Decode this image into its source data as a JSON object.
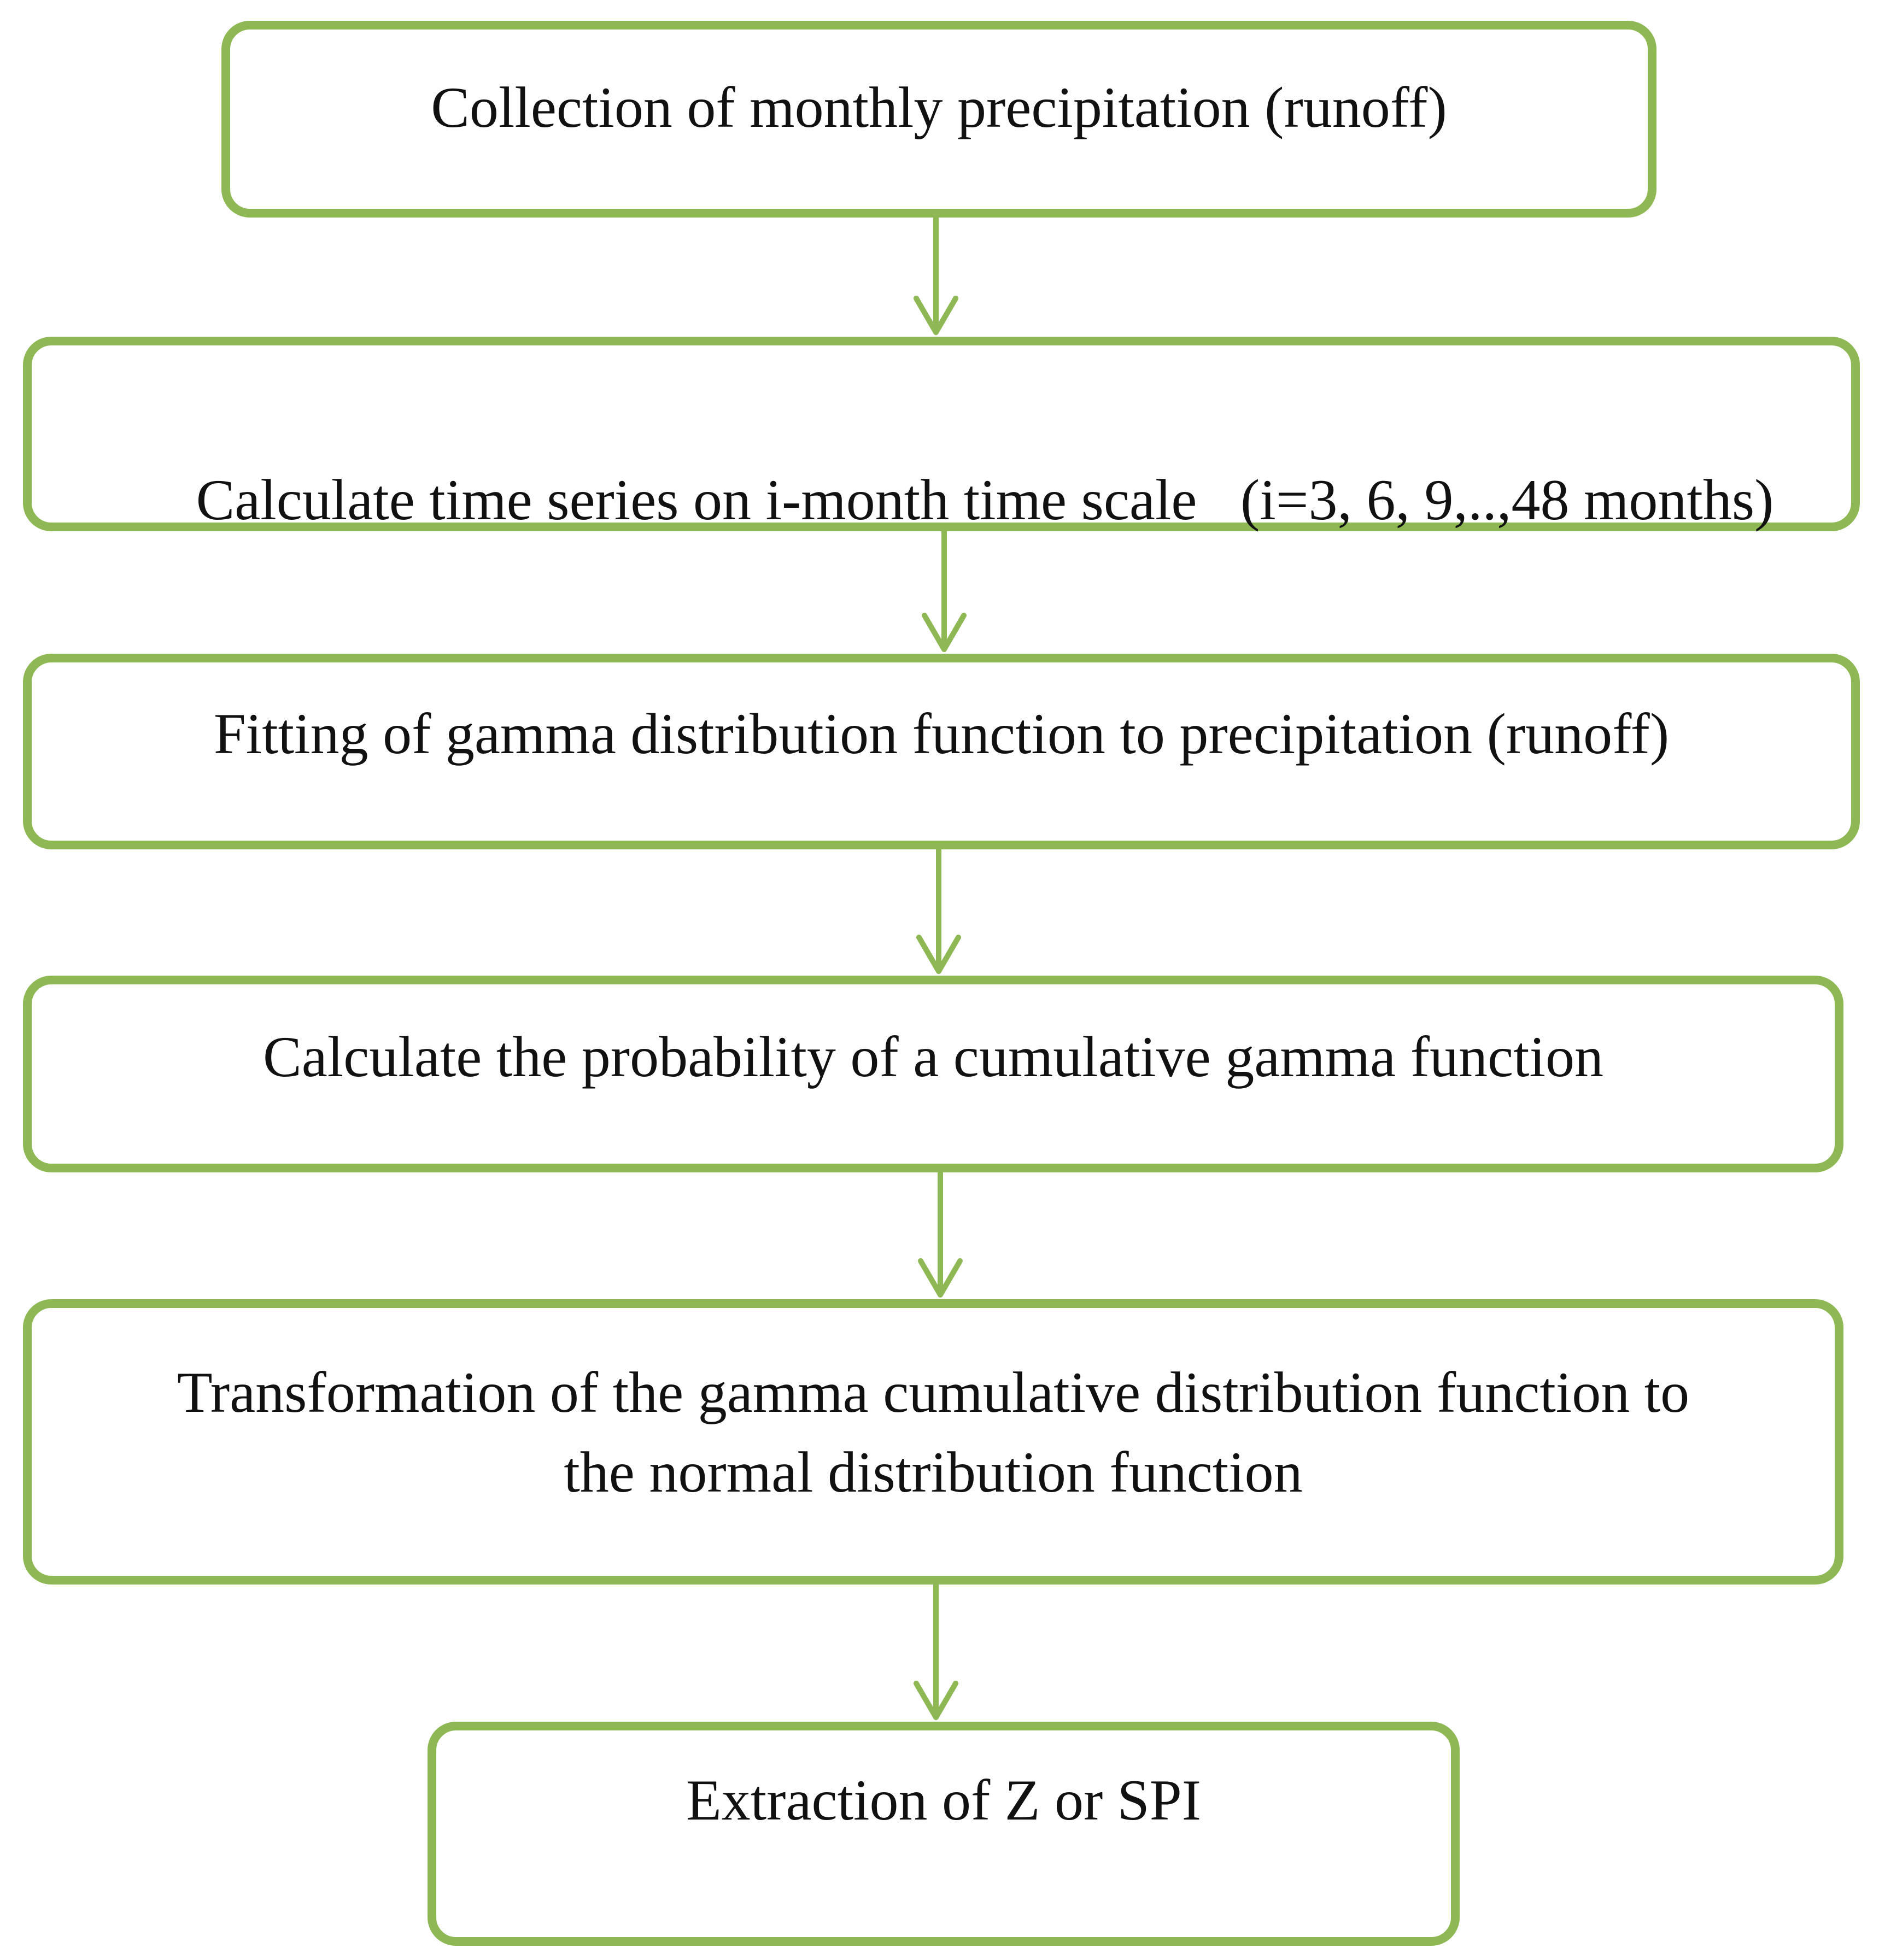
{
  "diagram": {
    "steps": [
      {
        "lines": [
          "Collection of monthly precipitation (runoff)"
        ]
      },
      {
        "lines": [
          "Calculate time series on i-month time scale   (i=3, 6, 9,..,48 months)"
        ]
      },
      {
        "lines": [
          "Fitting of gamma distribution function to precipitation (runoff)"
        ]
      },
      {
        "lines": [
          "Calculate the probability of a cumulative gamma function"
        ]
      },
      {
        "lines": [
          "Transformation of the gamma cumulative distribution function to",
          "the normal distribution function"
        ]
      },
      {
        "lines": [
          "Extraction of Z or SPI"
        ]
      }
    ],
    "colors": {
      "border": "#8db853",
      "arrow": "#8db853",
      "text": "#111111",
      "background": "#ffffff"
    }
  }
}
